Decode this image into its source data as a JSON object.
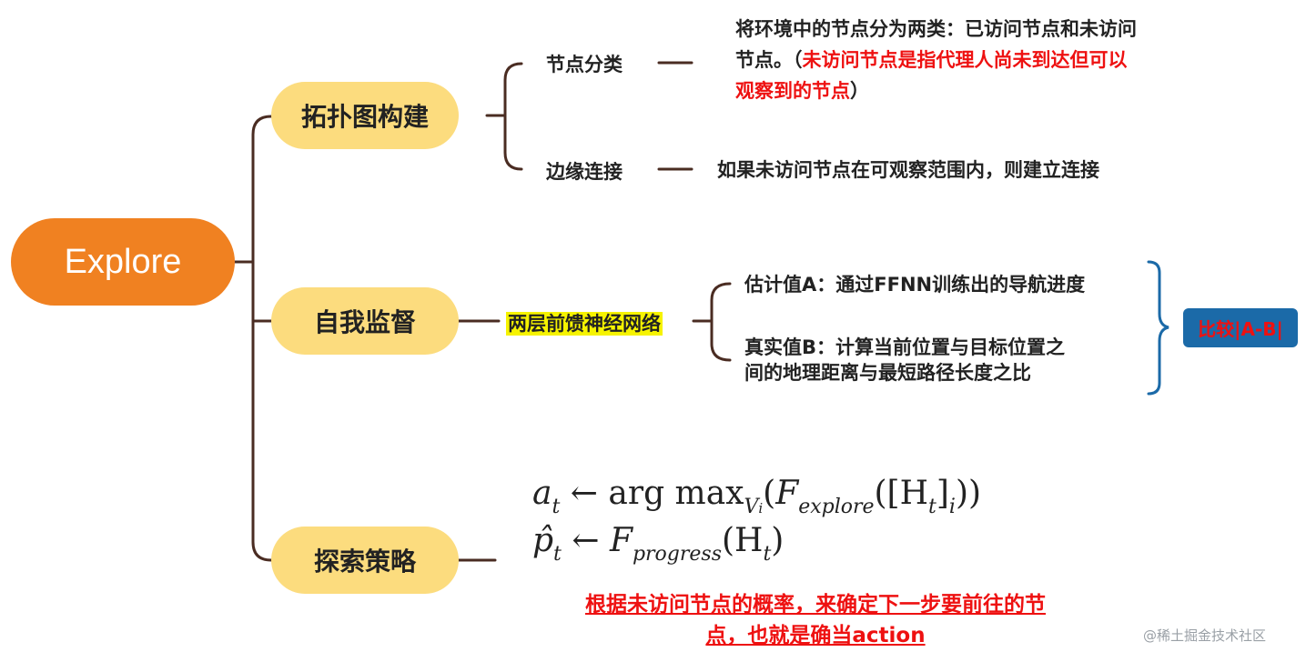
{
  "root": {
    "label": "Explore"
  },
  "branches": [
    {
      "label": "拓扑图构建",
      "children": [
        {
          "label": "节点分类",
          "desc_lines": [
            "将环境中的节点分为两类：已访问节点和未访问",
            "节点。（"
          ],
          "desc_red": "未访问节点是指代理人尚未到达但可以",
          "desc_red2": "观察到的节点",
          "desc_tail": "）"
        },
        {
          "label": "边缘连接",
          "desc": "如果未访问节点在可观察范围内，则建立连接"
        }
      ]
    },
    {
      "label": "自我监督",
      "method": "两层前馈神经网络",
      "children": [
        {
          "desc": "估计值A：通过FFNN训练出的导航进度"
        },
        {
          "desc_lines": [
            "真实值B：计算当前位置与目标位置之",
            "间的地理距离与最短路径长度之比"
          ]
        }
      ],
      "compare": "比较|A-B|"
    },
    {
      "label": "探索策略",
      "formula1": {
        "lhs": "a",
        "lhs_sub": "t",
        "arrow": "←",
        "op": "arg max",
        "op_sub": "V",
        "op_sub_sub": "i",
        "open": "(",
        "fn": "F",
        "fn_sub": "explore",
        "args": "([H",
        "args_sub": "t",
        "args_close": "]",
        "args_sub2": "i",
        "close": "))"
      },
      "formula2": {
        "lhs": "p̂",
        "lhs_sub": "t",
        "arrow": "←",
        "fn": "F",
        "fn_sub": "progress",
        "args": "(H",
        "args_sub": "t",
        "close": ")"
      },
      "note_lines": [
        "根据未访问节点的概率，来确定下一步要前往的节",
        "点，也就是确当action"
      ]
    }
  ],
  "watermark": "@稀土掘金技术社区",
  "colors": {
    "root": "#f08121",
    "branch": "#fcdc7e",
    "line": "#4a2c22",
    "brace_blue": "#1b6aa8",
    "red": "#ee1111",
    "highlight": "#f6f300"
  }
}
